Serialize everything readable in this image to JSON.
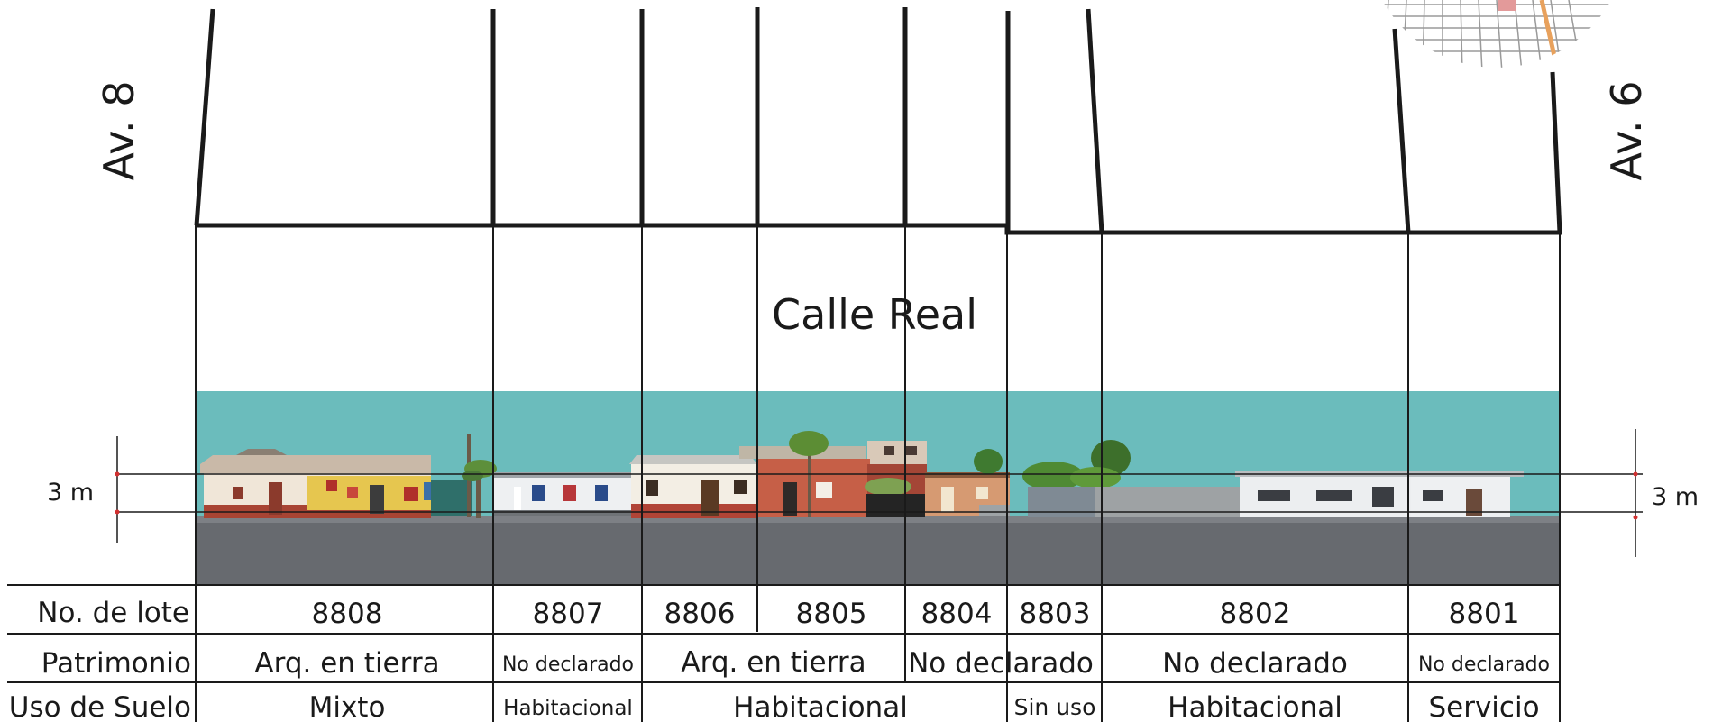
{
  "title": "Calle Real",
  "left_avenue": "Av. 8",
  "right_avenue": "Av. 6",
  "height_ref_left": "3 m",
  "height_ref_right": "3 m",
  "row_labels": {
    "lote": "No. de lote",
    "patrimonio": "Patrimonio",
    "uso": "Uso de Suelo"
  },
  "lots": [
    "8808",
    "8807",
    "8806",
    "8805",
    "8804",
    "8803",
    "8802",
    "8801"
  ],
  "patrimonio": [
    "Arq. en tierra",
    "No declarado",
    "Arq. en tierra",
    "No declarado",
    "No declarado",
    "No declarado"
  ],
  "uso": [
    "Mixto",
    "Habitacional",
    "Habitacional",
    "Sin uso",
    "Habitacional",
    "Servicio"
  ],
  "colors": {
    "sky": "#6bbcbc",
    "road": "#676a6f",
    "line": "#1a1a1a",
    "roof_red": "#b24a3a",
    "wall_white": "#f1efe9",
    "wall_yellow": "#e7c55a",
    "wall_red": "#c0533f",
    "tree": "#4c7a38",
    "fence": "#8e9396"
  }
}
